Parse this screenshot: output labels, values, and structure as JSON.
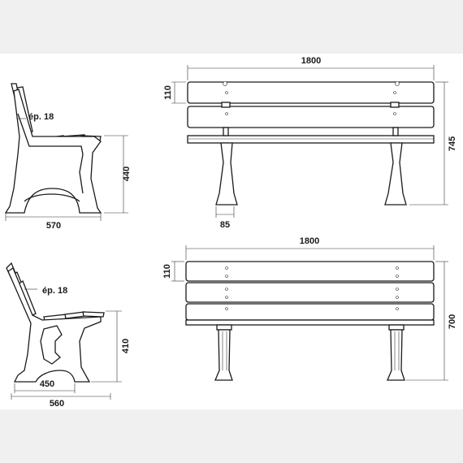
{
  "dimensions": {
    "top_side_thickness": "ép. 18",
    "top_side_height": "440",
    "top_side_depth": "570",
    "top_front_length": "1800",
    "top_front_slat": "110",
    "top_front_total_height": "745",
    "top_front_leg": "85",
    "bottom_side_thickness": "ép. 18",
    "bottom_side_height": "410",
    "bottom_side_seat": "450",
    "bottom_side_depth": "560",
    "bottom_front_length": "1800",
    "bottom_front_slat": "110",
    "bottom_front_total_height": "700"
  },
  "colors": {
    "background": "#f0f0f0",
    "band": "#ffffff",
    "line": "#1a1a1a"
  }
}
